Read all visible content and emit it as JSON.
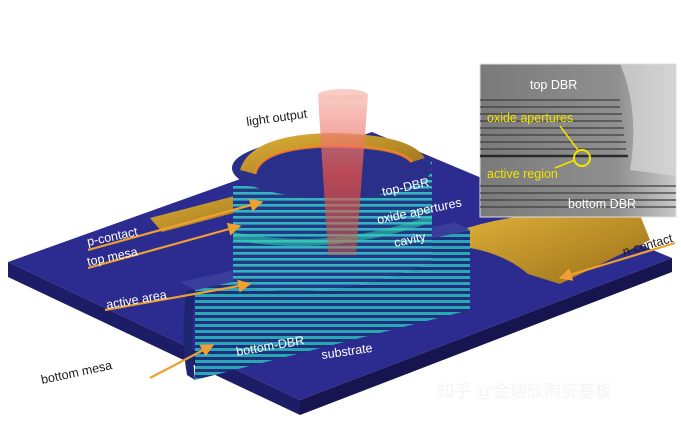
{
  "labels": {
    "light_output": "light output",
    "top_dbr": "top-DBR",
    "oxide_apertures": "oxide apertures",
    "cavity": "cavity",
    "bottom_dbr": "bottom-DBR",
    "substrate": "substrate",
    "p_contact": "p-contact",
    "top_mesa": "top mesa",
    "active_area": "active area",
    "bottom_mesa": "bottom mesa",
    "n_contact": "n-contact"
  },
  "inset": {
    "top_dbr": "top DBR",
    "oxide_apertures": "oxide apertures",
    "active_region": "active region",
    "bottom_dbr": "bottom DBR"
  },
  "watermark": "知乎 @金瑞欣陶瓷基板",
  "colors": {
    "substrate": "#2b2a8c",
    "dbr_teal": "#2aa3b8",
    "contact_gold": "#c99a2a",
    "arrow_orange": "#f0a030",
    "beam_red": "#e84a3a"
  }
}
